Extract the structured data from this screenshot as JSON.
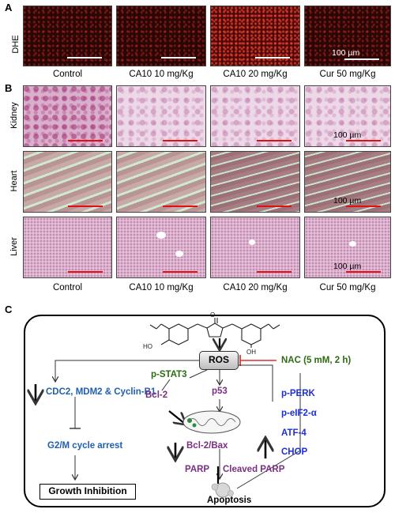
{
  "panels": {
    "a": "A",
    "b": "B",
    "c": "C"
  },
  "columns": [
    "Control",
    "CA10 10 mg/Kg",
    "CA10 20 mg/Kg",
    "Cur 50 mg/Kg"
  ],
  "panel_a": {
    "row_label": "DHE",
    "scale": "100 µm"
  },
  "panel_b": {
    "rows": [
      "Kidney",
      "Heart",
      "Liver"
    ],
    "scale": "100 µm"
  },
  "panel_c": {
    "ros": "ROS",
    "nac": "NAC (5 mM, 2 h)",
    "pstat3": "p-STAT3",
    "cdc2": "CDC2, MDM2 & Cyclin-B1",
    "bcl2": "Bcl-2",
    "p53": "p53",
    "pperk": "p-PERK",
    "peif2a": "p-eIF2-α",
    "atf4": "ATF-4",
    "chop": "CHOP",
    "g2m": "G2/M cycle arrest",
    "bcl2bax": "Bcl-2/Bax",
    "parp": "PARP",
    "cleaved_parp": "Cleaved PARP",
    "growth": "Growth Inhibition",
    "apoptosis": "Apoptosis"
  },
  "colors": {
    "blue": "#1f5fb0",
    "purple": "#7a2f82",
    "green": "#2d6b12",
    "red_inhibit": "#e03030"
  }
}
